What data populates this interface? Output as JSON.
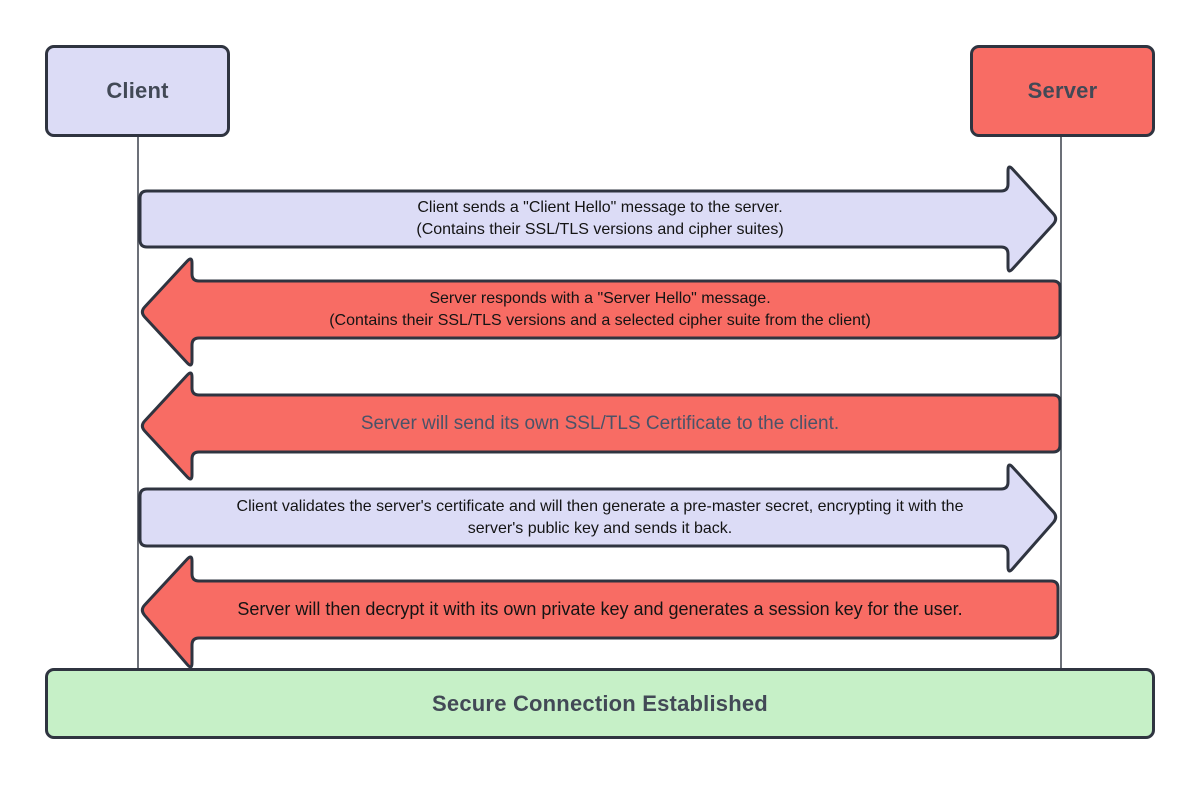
{
  "palette": {
    "lavender": "#DCDCF6",
    "red": "#F86C64",
    "green": "#C6F0C7",
    "outline": "#2F3440",
    "lifeline": "#3C414B",
    "textDark": "#424956",
    "textBody": "#141414",
    "textMuted": "#4A5368"
  },
  "actors": {
    "client": {
      "label": "Client"
    },
    "server": {
      "label": "Server"
    }
  },
  "messages": [
    {
      "from": "client",
      "to": "server",
      "direction": "right",
      "line1": "Client sends a \"Client Hello\" message to the server.",
      "line2": "(Contains their SSL/TLS versions and cipher suites)"
    },
    {
      "from": "server",
      "to": "client",
      "direction": "left",
      "line1": "Server responds with a \"Server Hello\" message.",
      "line2": "(Contains their SSL/TLS versions and a selected cipher suite from the client)"
    },
    {
      "from": "server",
      "to": "client",
      "direction": "left",
      "line1": "Server will send its own SSL/TLS Certificate to the client."
    },
    {
      "from": "client",
      "to": "server",
      "direction": "right",
      "line1": "Client validates the server's certificate and will then generate a pre-master secret, encrypting it with the",
      "line2": "server's public key and sends it back."
    },
    {
      "from": "server",
      "to": "client",
      "direction": "left",
      "line1": "Server will then decrypt it with its own private key and generates a session key for the user."
    }
  ],
  "footer": {
    "label": "Secure Connection Established"
  }
}
